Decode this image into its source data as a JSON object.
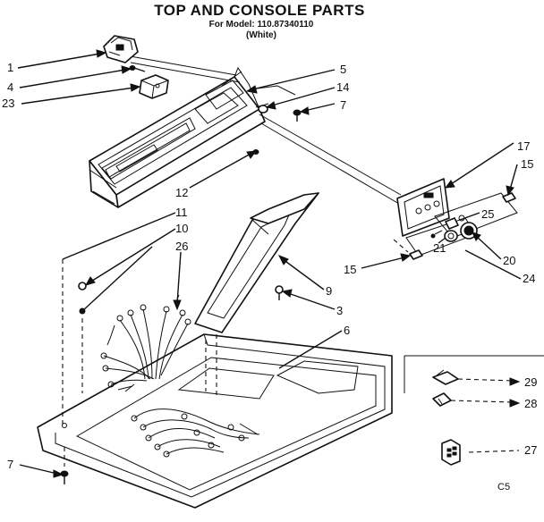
{
  "title": "TOP AND CONSOLE PARTS",
  "model_line": "For Model: 110.87340110",
  "color_line": "(White)",
  "callouts": [
    "1",
    "4",
    "23",
    "5",
    "14",
    "7",
    "17",
    "15",
    "25",
    "12",
    "11",
    "10",
    "26",
    "21",
    "20",
    "15",
    "24",
    "9",
    "3",
    "6",
    "7",
    "29",
    "28",
    "27"
  ],
  "corner_code": "C5"
}
